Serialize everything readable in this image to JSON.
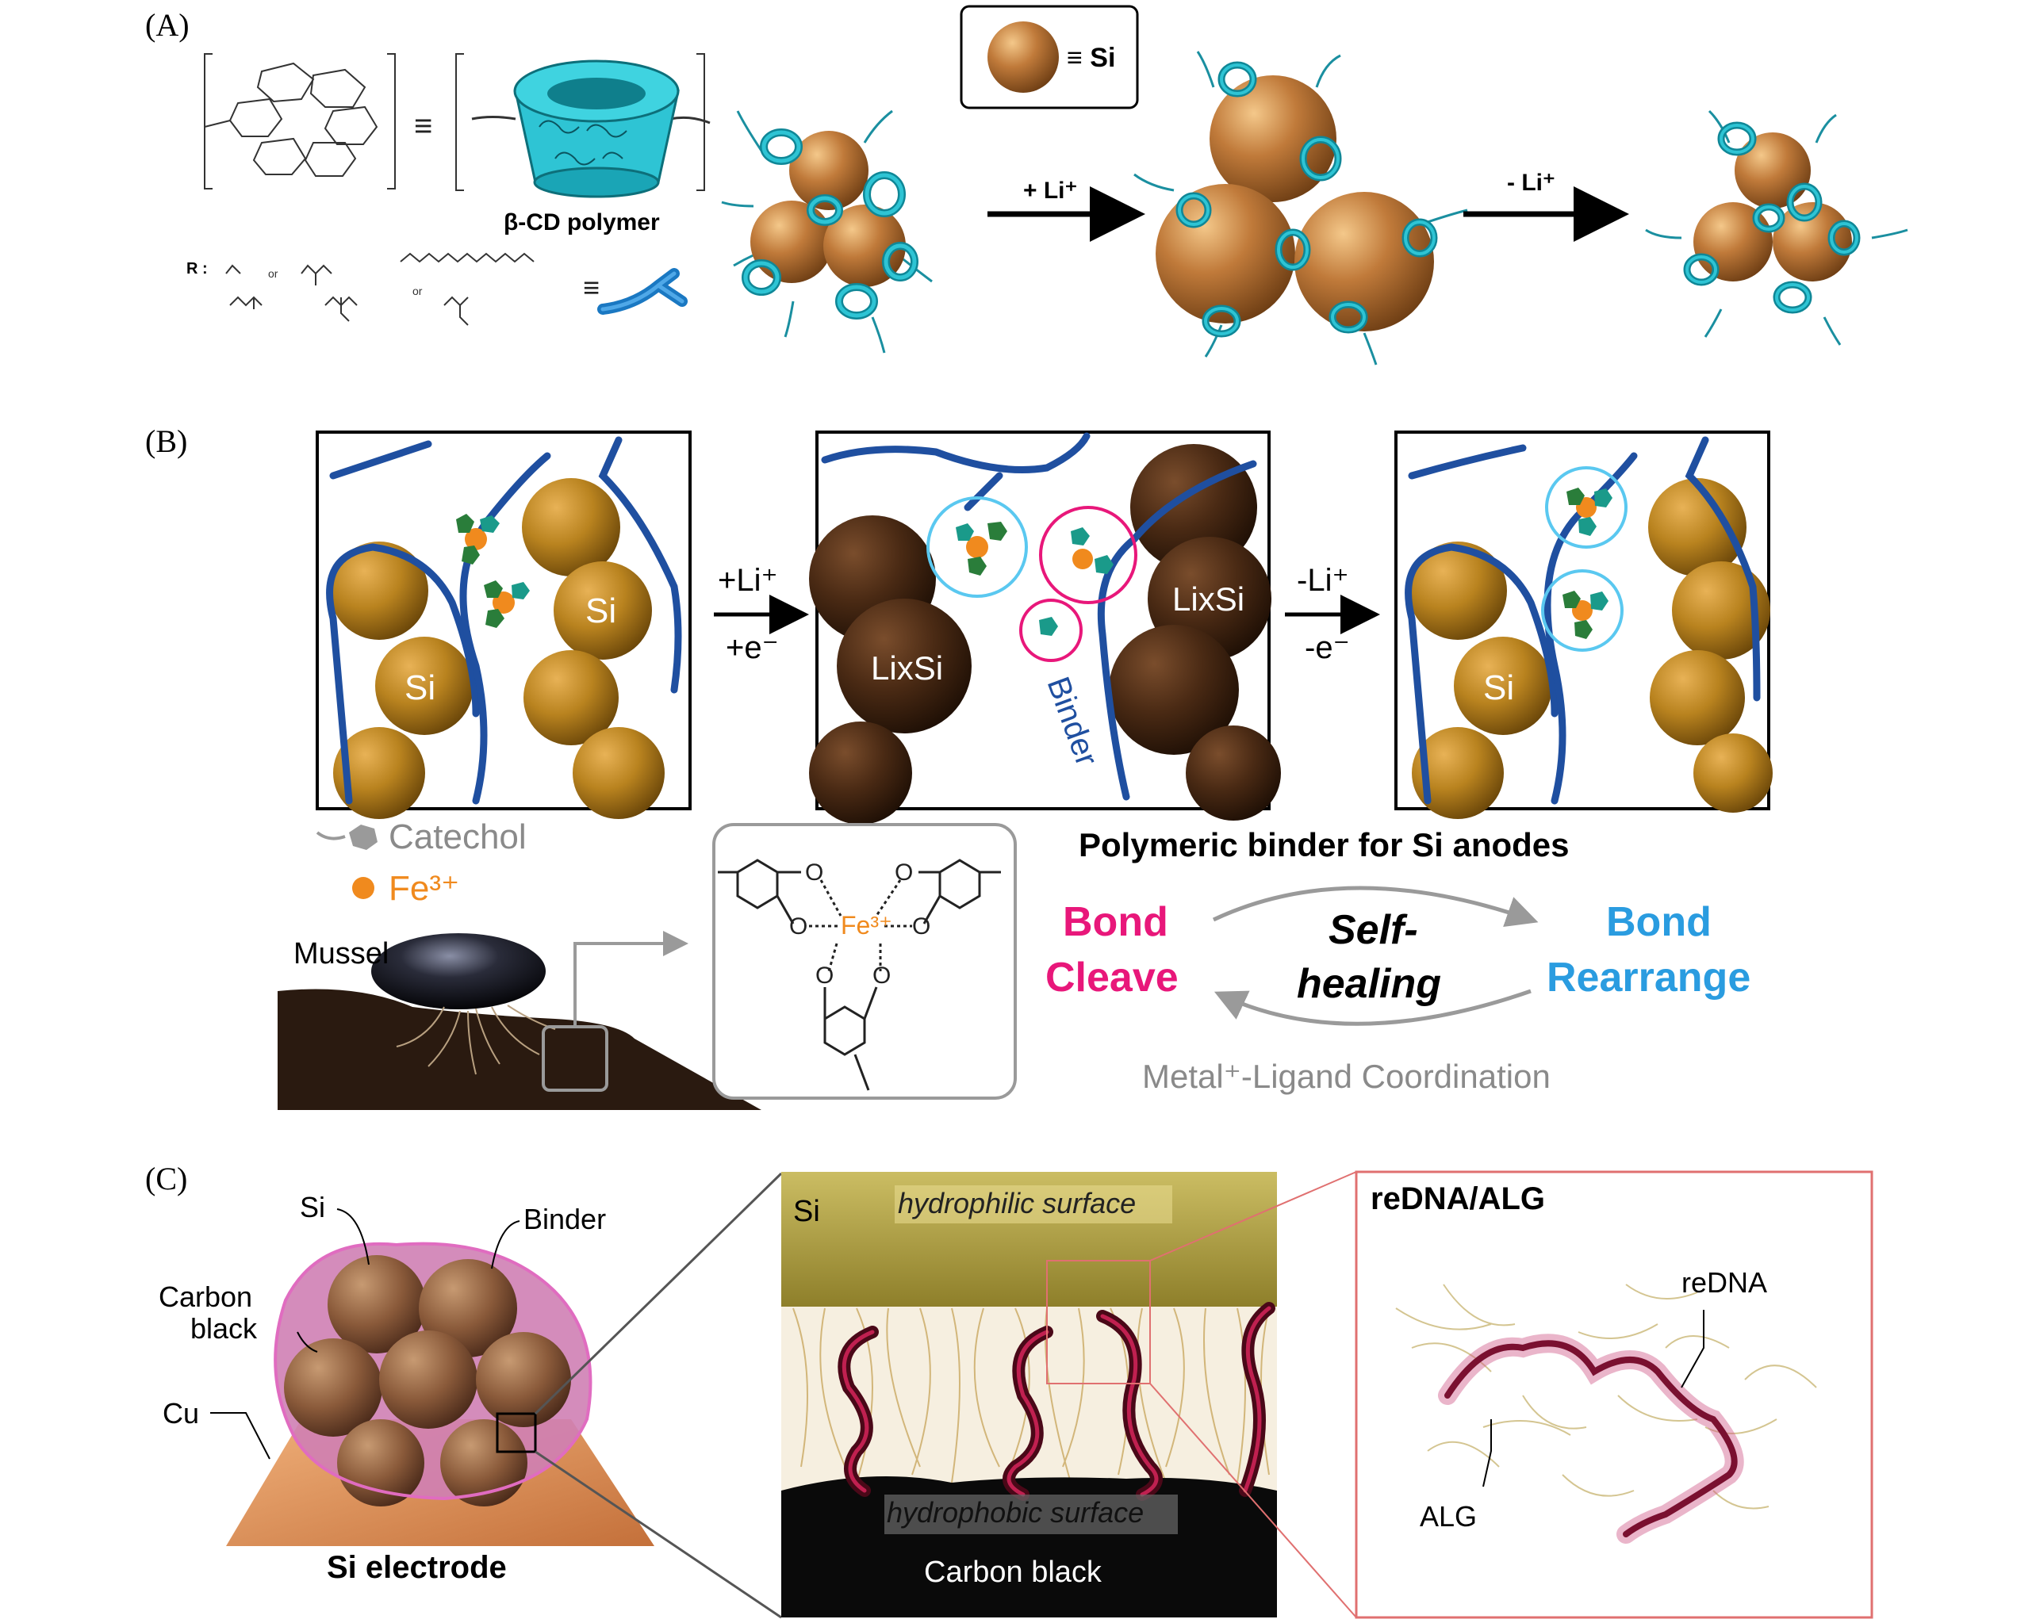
{
  "panel_a": {
    "label": "(A)",
    "legend_si": "≡ Si",
    "bcd_label": "β-CD polymer",
    "r_prefix": "R :",
    "r_or_1": "or",
    "r_or_2": "or",
    "equiv_1": "≡",
    "equiv_2": "≡",
    "arrow_1": "+ Li⁺",
    "arrow_2": "- Li⁺"
  },
  "panel_b": {
    "label": "(B)",
    "si_1": "Si",
    "si_2": "Si",
    "si_3": "Si",
    "lixsi_1": "LixSi",
    "lixsi_2": "LixSi",
    "binder": "Binder",
    "arrow_1_top": "+Li⁺",
    "arrow_1_bottom": "+e⁻",
    "arrow_2_top": "-Li⁺",
    "arrow_2_bottom": "-e⁻",
    "legend_catechol": "Catechol",
    "legend_fe": "Fe³⁺",
    "mussel": "Mussel",
    "fe_center": "Fe³⁺",
    "title": "Polymeric binder for Si anodes",
    "bond_cleave_1": "Bond",
    "bond_cleave_2": "Cleave",
    "self_healing_1": "Self-",
    "self_healing_2": "healing",
    "bond_rearrange_1": "Bond",
    "bond_rearrange_2": "Rearrange",
    "coordination": "Metal⁺-Ligand Coordination",
    "colors": {
      "cleave": "#e8177a",
      "rearrange": "#2a9ce0",
      "binder": "#1f4fa0",
      "si": "#c48a2a",
      "fe": "#f08a1e"
    }
  },
  "panel_c": {
    "label": "(C)",
    "si": "Si",
    "binder": "Binder",
    "carbon_black_1": "Carbon",
    "carbon_black_2": "black",
    "cu": "Cu",
    "electrode": "Si electrode",
    "si_mid": "Si",
    "hydrophilic": "hydrophilic surface",
    "hydrophobic": "hydrophobic surface",
    "carbon_black_mid": "Carbon black",
    "redna_alg": "reDNA/ALG",
    "redna": "reDNA",
    "alg": "ALG"
  }
}
